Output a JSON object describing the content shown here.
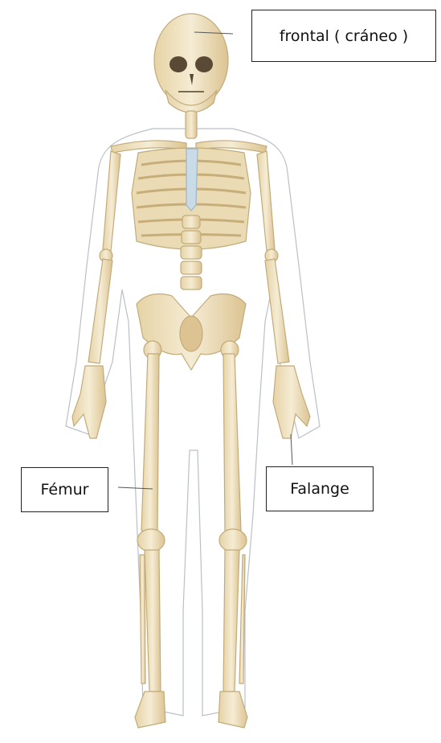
{
  "labels": {
    "frontal": "frontal ( cráneo )",
    "femur": "Fémur",
    "falange": "Falange"
  },
  "colors": {
    "bone": "#f0e4c4",
    "bone_shadow": "#d8c08c",
    "bone_outline": "#c2ab7a",
    "cartilage": "#c9dbe6",
    "body_outline": "#b9c0c8",
    "leader_line": "#555555"
  }
}
